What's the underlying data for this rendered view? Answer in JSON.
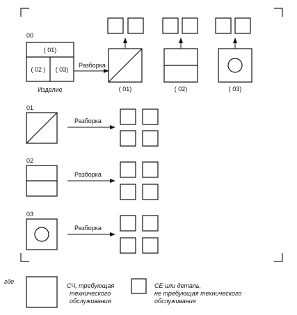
{
  "product": {
    "code": "00",
    "name": "Изделие",
    "parts": [
      "( 01)",
      "( 02 )",
      "( 03)"
    ]
  },
  "disassembly_label": "Разборка",
  "stage1_units": [
    "( 01)",
    "( 02)",
    "( 03)"
  ],
  "rows": [
    {
      "code": "01",
      "action": "Разборка"
    },
    {
      "code": "02",
      "action": "Разборка"
    },
    {
      "code": "03",
      "action": "Разборка"
    }
  ],
  "legend": {
    "where": "где",
    "large_box_lines": [
      "СЧ, требующая",
      "технического",
      "обслуживания"
    ],
    "small_box_lines": [
      "СЕ или деталь,",
      "не требующая технического",
      "обслуживания"
    ]
  }
}
